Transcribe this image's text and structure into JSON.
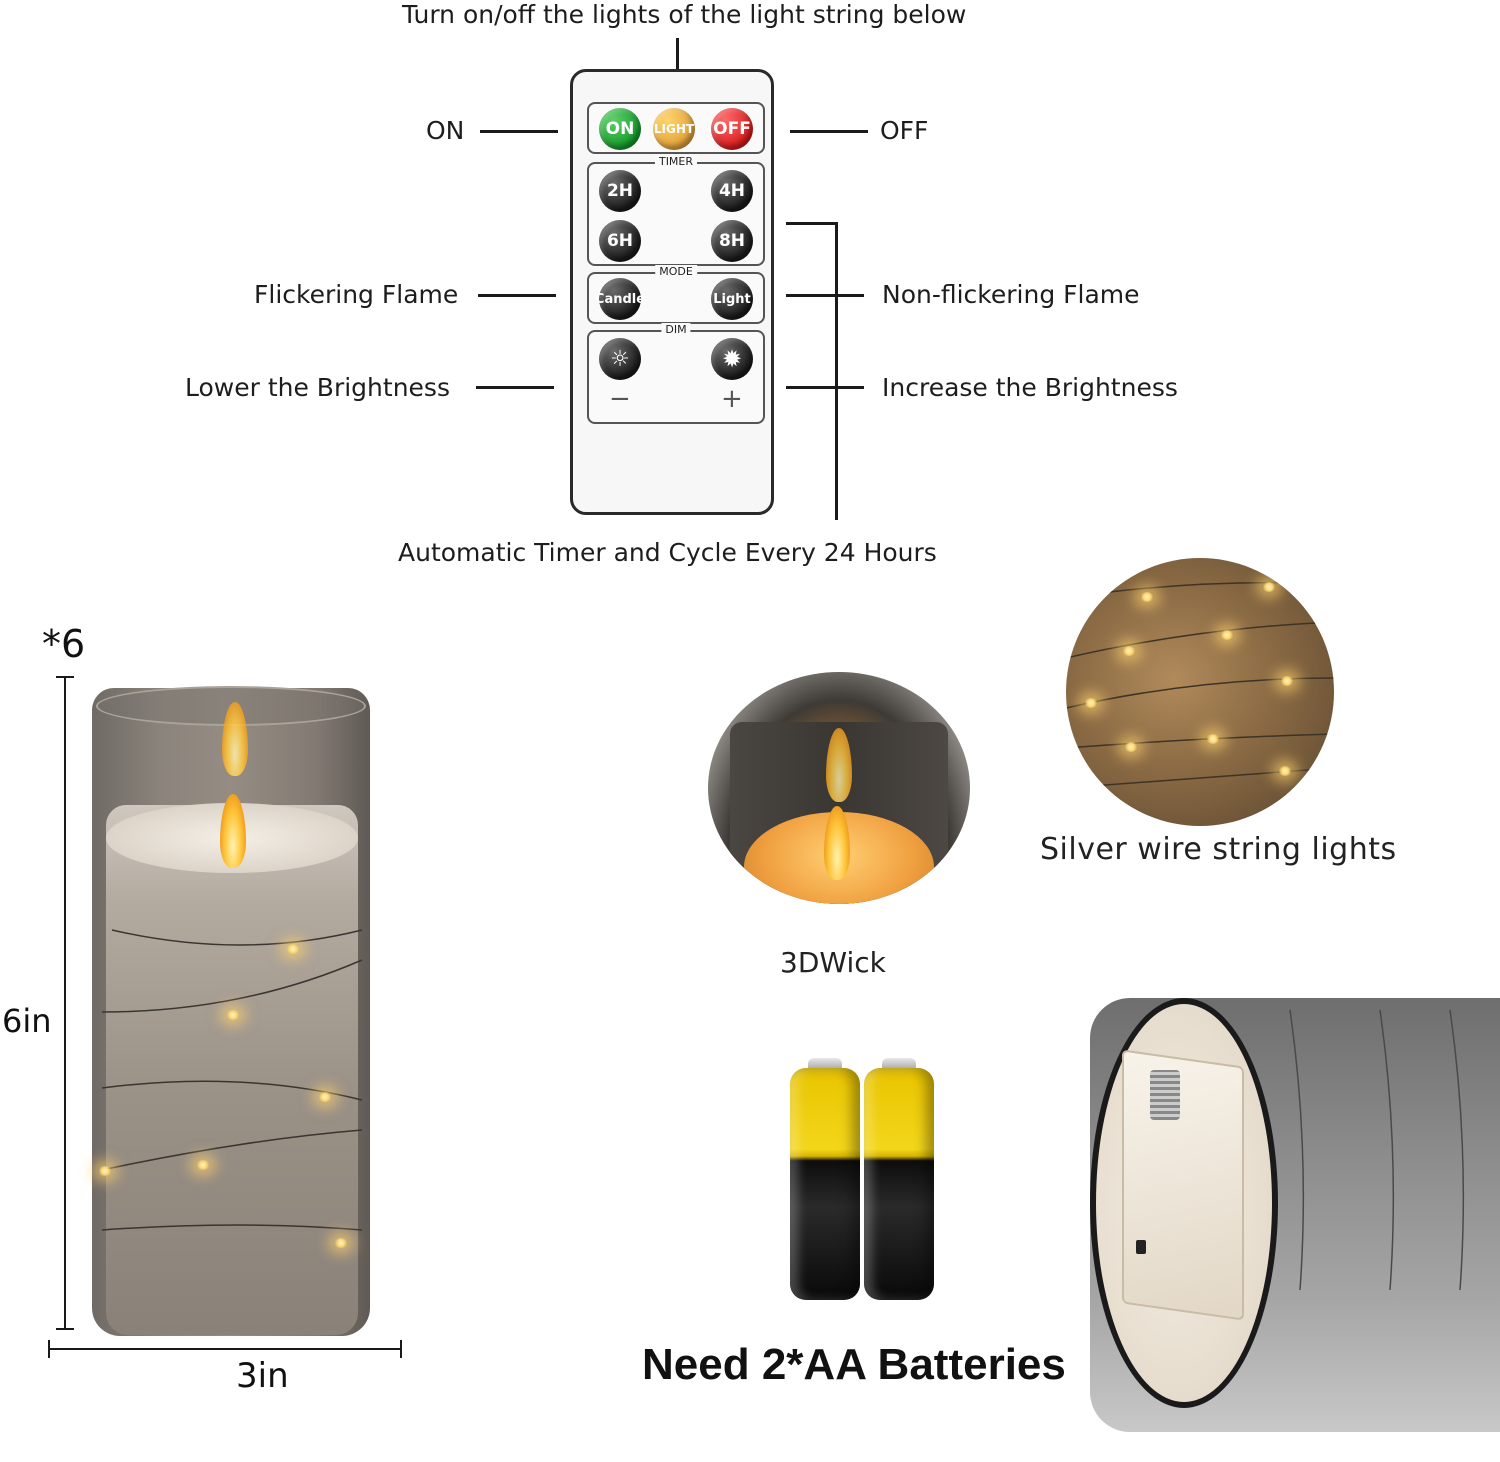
{
  "remote": {
    "top_caption": "Turn on/off the lights of the light string below",
    "left_labels": {
      "on": "ON",
      "flicker": "Flickering Flame",
      "lower": "Lower the Brightness"
    },
    "right_labels": {
      "off": "OFF",
      "nonflicker": "Non-flickering Flame",
      "increase": "Increase the Brightness"
    },
    "bottom_caption": "Automatic Timer and Cycle Every 24 Hours",
    "buttons": {
      "on": "ON",
      "light": "LIGHT",
      "off": "OFF",
      "h2": "2H",
      "h4": "4H",
      "h6": "6H",
      "h8": "8H",
      "candle": "Candle",
      "light_mode": "Light",
      "minus": "−",
      "plus": "+"
    },
    "groups": {
      "timer": "TIMER",
      "mode": "MODE",
      "dim": "DIM"
    },
    "colors": {
      "on": "#159a2a",
      "light": "#e2a23a",
      "off": "#d81b1b"
    }
  },
  "candle": {
    "quantity": "*6",
    "height": "6in",
    "width": "3in"
  },
  "features": {
    "wick_caption": "3DWick",
    "string_caption": "Silver wire string lights",
    "battery_caption": "Need 2*AA Batteries"
  }
}
